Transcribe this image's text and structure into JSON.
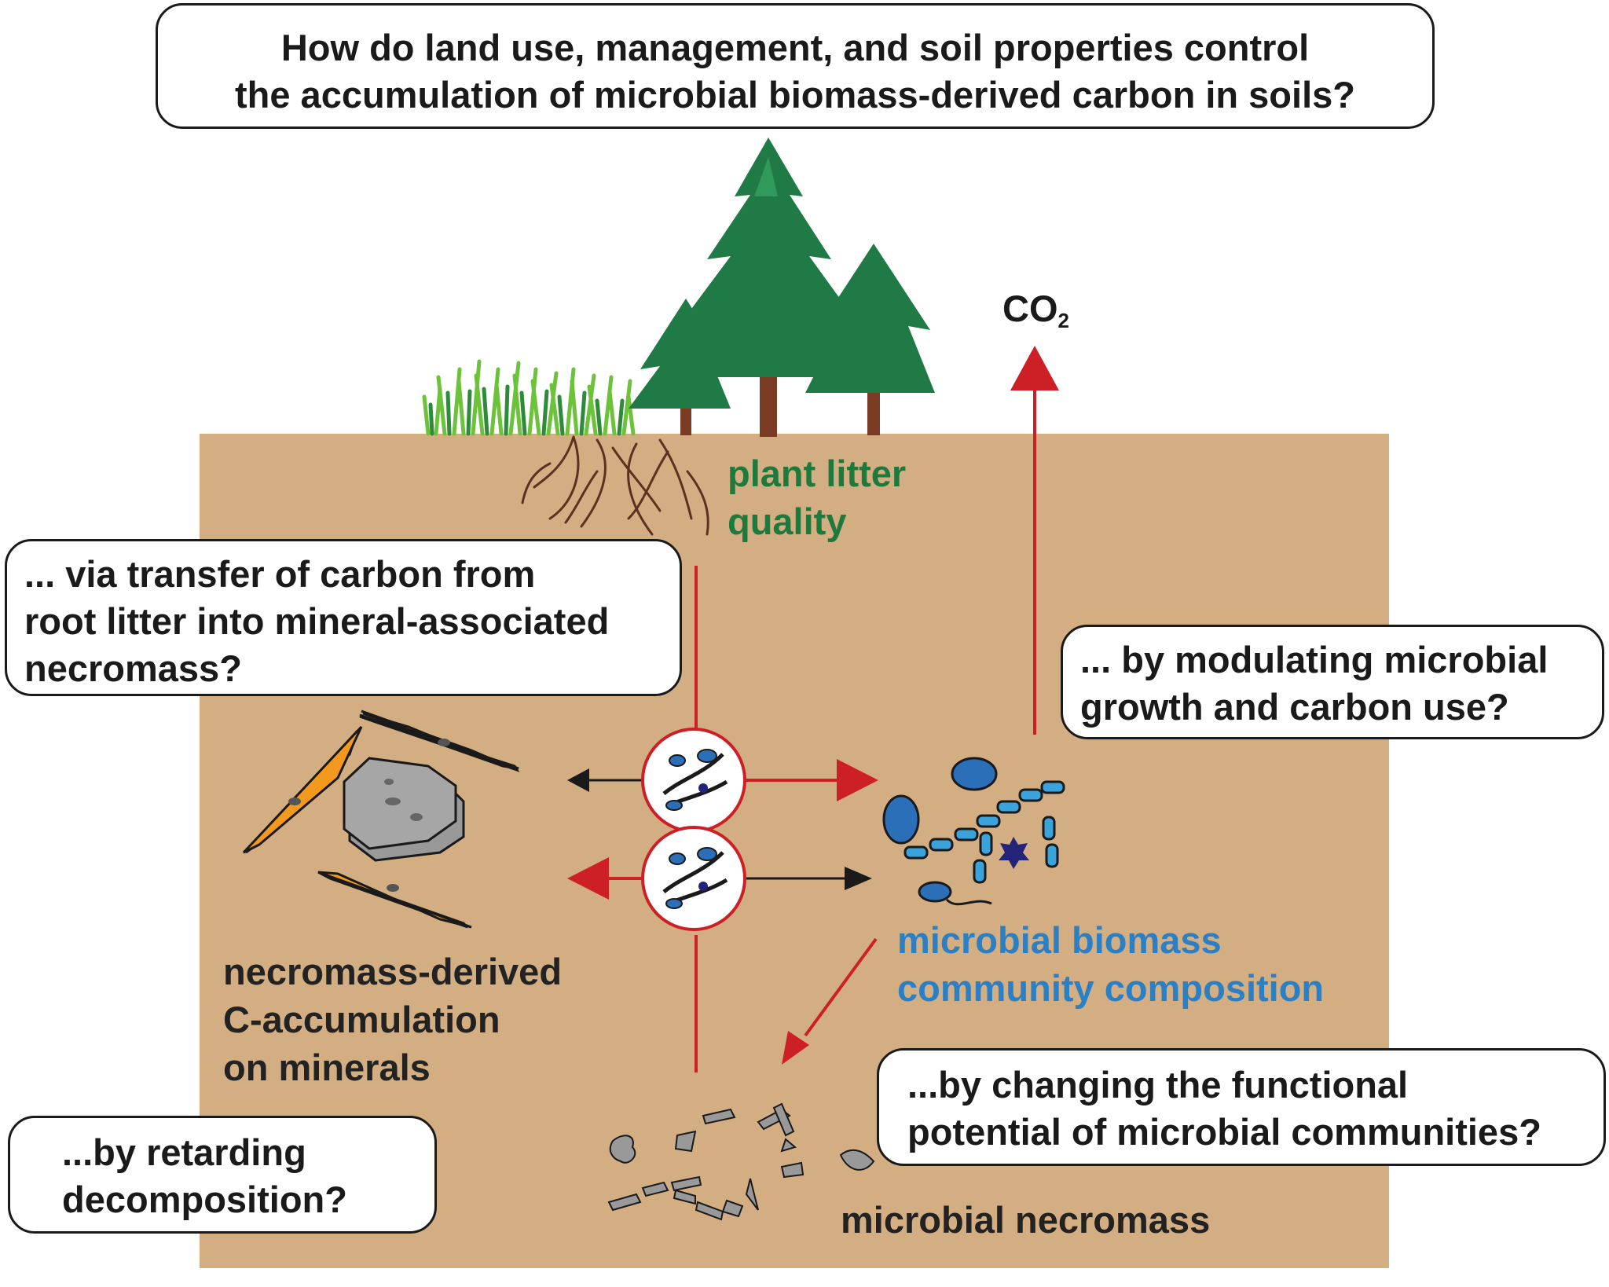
{
  "title_bubble": {
    "lines": [
      "How do land use, management, and soil properties control",
      "the accumulation of microbial biomass-derived carbon in soils?"
    ]
  },
  "bubbles": {
    "transfer": [
      "... via transfer of carbon from",
      "root litter into mineral-associated",
      "necromass?"
    ],
    "modulating": [
      "... by modulating microbial",
      "growth and carbon use?"
    ],
    "functional": [
      "...by changing the functional",
      "potential of microbial communities?"
    ],
    "retarding": [
      "...by retarding",
      "decomposition?"
    ]
  },
  "labels": {
    "plant_litter": [
      "plant litter",
      "quality"
    ],
    "microbial_biomass": [
      "microbial biomass",
      "community composition"
    ],
    "necromass_derived": [
      "necromass-derived",
      "C-accumulation",
      "on minerals"
    ],
    "microbial_necromass": "microbial necromass",
    "co2_main": "CO",
    "co2_sub": "2"
  },
  "colors": {
    "soil": "#d4ae83",
    "arrow_red": "#cc1f26",
    "arrow_black": "#1a1a1a",
    "green_text": "#1e7a3c",
    "blue_text": "#2b7fc4",
    "mineral_orange": "#f39a1e",
    "mineral_gray": "#999999",
    "microbe_blue": "#3aa3dc",
    "tree_green": "#1f7a45",
    "grass_green": "#6cc23a"
  }
}
